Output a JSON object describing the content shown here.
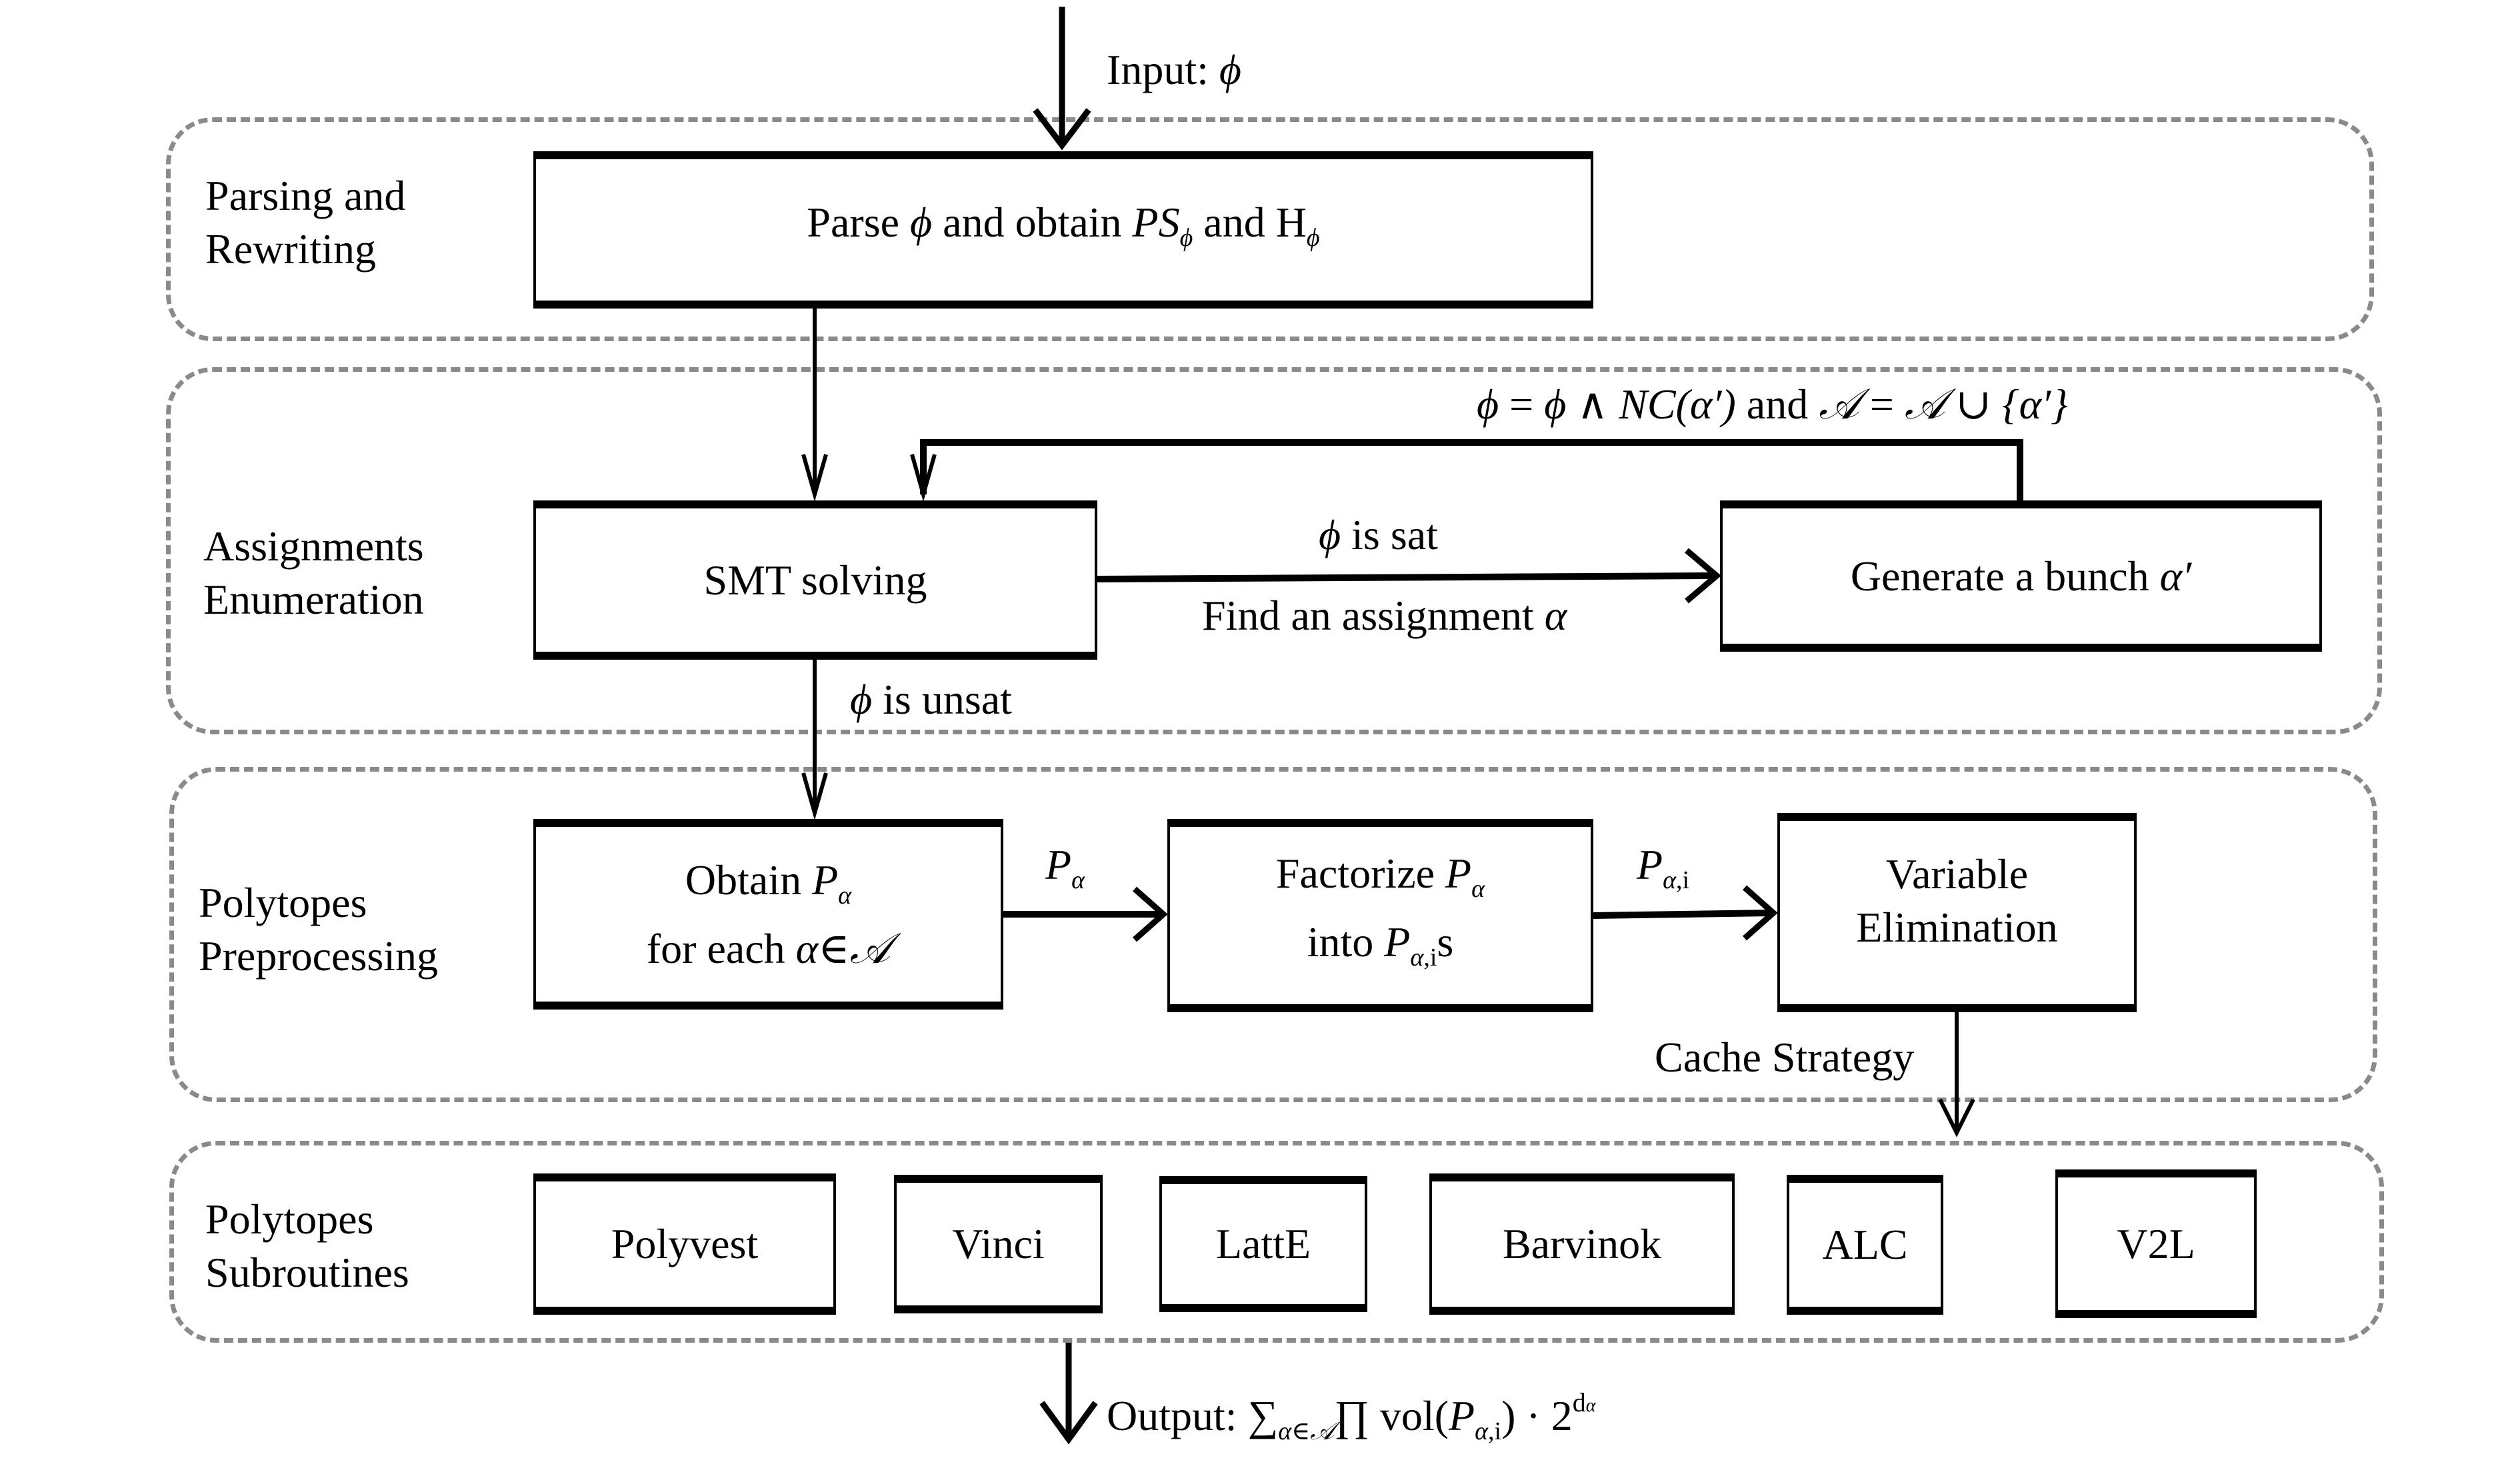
{
  "input_label": "Input: ",
  "input_symbol": "ϕ",
  "groups": [
    {
      "line1": "Parsing and",
      "line2": "Rewriting"
    },
    {
      "line1": "Assignments",
      "line2": "Enumeration"
    },
    {
      "line1": "Polytopes",
      "line2": "Preprocessing"
    },
    {
      "line1": "Polytopes",
      "line2": "Subroutines"
    }
  ],
  "parse_box": {
    "pre": "Parse ",
    "phi": "ϕ",
    "mid": " and obtain ",
    "ps": "PS",
    "ps_sub": "ϕ",
    "and": " and H",
    "h_sub": "ϕ"
  },
  "smt_box": {
    "label": "SMT solving"
  },
  "generate_box": {
    "label": "Generate a bunch ",
    "alpha": "α′"
  },
  "feedback_label": {
    "phi1": "ϕ",
    "eq": " = ",
    "phi2": "ϕ",
    "wedge": " ∧ ",
    "nc": "NC",
    "paren": "(α′)",
    "and": " and ",
    "a1": "𝒜",
    "eq2": " = ",
    "a2": "𝒜",
    "union": " ∪ {α′}"
  },
  "sat_label": {
    "phi": "ϕ",
    "text": " is sat"
  },
  "assignment_label": {
    "text": "Find an assignment ",
    "alpha": "α"
  },
  "unsat_label": {
    "phi": "ϕ",
    "text": " is unsat"
  },
  "obtain_box": {
    "line1_pre": "Obtain ",
    "p": "P",
    "p_sub": "α",
    "line2_pre": "for each ",
    "alpha": "α",
    "in": "∈",
    "set": "𝒜"
  },
  "p_alpha_label": {
    "p": "P",
    "sub": "α"
  },
  "factorize_box": {
    "line1_pre": "Factorize ",
    "p": "P",
    "p_sub": "α",
    "line2_pre": "into ",
    "p2": "P",
    "p2_sub_alpha": "α",
    "p2_sub_rest": ",i",
    "suffix": "s"
  },
  "p_alpha_i_label": {
    "p": "P",
    "sub_alpha": "α",
    "sub_rest": ",i"
  },
  "variable_box": {
    "line1": "Variable",
    "line2": "Elimination"
  },
  "cache_label": "Cache Strategy",
  "subroutines": [
    "Polyvest",
    "Vinci",
    "LattE",
    "Barvinok",
    "ALC",
    "V2L"
  ],
  "output": {
    "label": "Output: ",
    "sum": "∑",
    "sum_sub": "α∈𝒜",
    "prod": "∏",
    "vol": " vol(",
    "p": "P",
    "p_sub_alpha": "α",
    "p_sub_rest": ",i",
    "close": ") · 2",
    "exp": "d",
    "exp_sub": "α"
  }
}
